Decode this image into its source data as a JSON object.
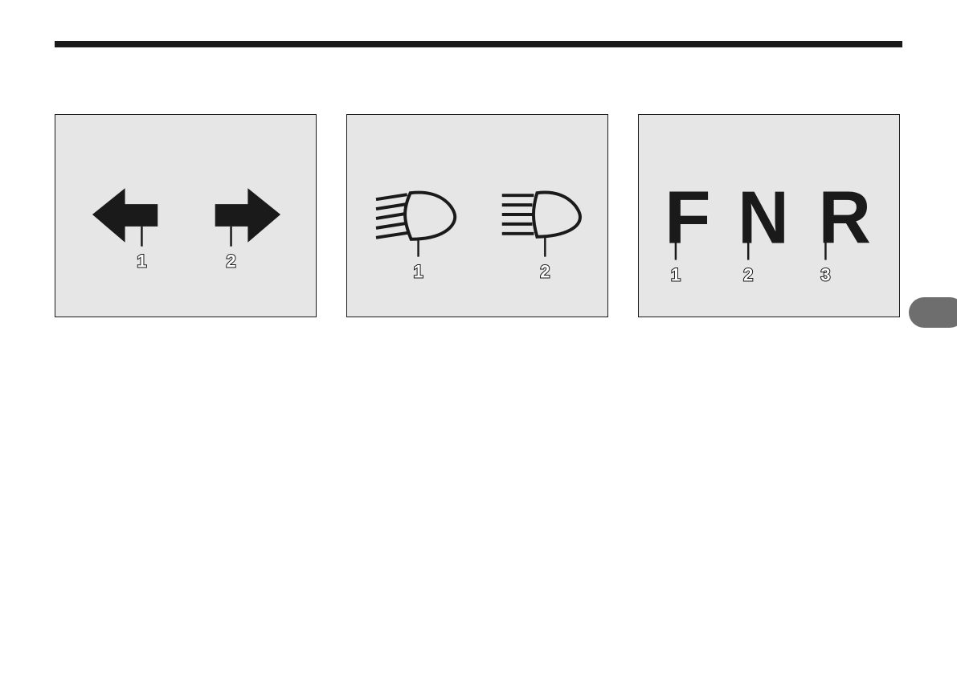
{
  "panels": [
    {
      "id": "turn-signal",
      "icons": [
        "turn-left-arrow-icon",
        "turn-right-arrow-icon"
      ],
      "callouts": [
        "1",
        "2"
      ]
    },
    {
      "id": "headlight",
      "icons": [
        "low-beam-headlight-icon",
        "high-beam-headlight-icon"
      ],
      "callouts": [
        "1",
        "2"
      ]
    },
    {
      "id": "gear-selector",
      "letters": [
        "F",
        "N",
        "R"
      ],
      "callouts": [
        "1",
        "2",
        "3"
      ]
    }
  ],
  "colors": {
    "panel_background": "#e6e6e6",
    "ink": "#1a1a1a",
    "callout_text": "#ffffff",
    "side_tab": "#6e6e6e"
  }
}
